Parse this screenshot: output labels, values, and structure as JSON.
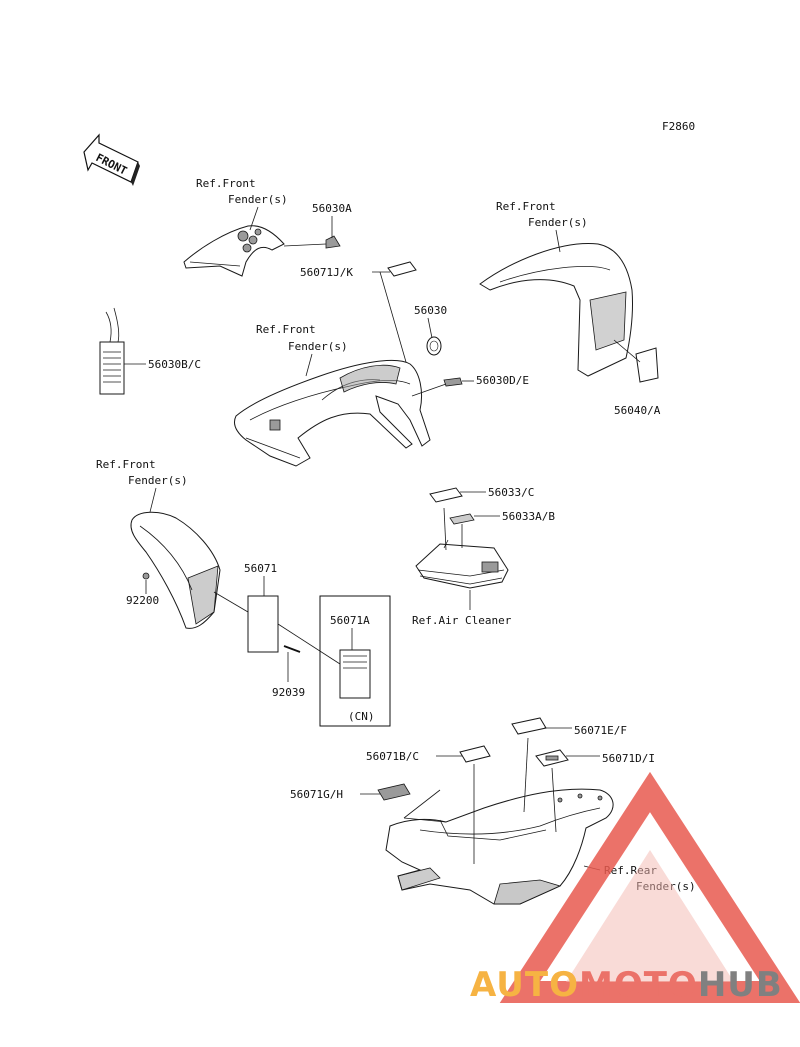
{
  "diagram": {
    "figure_code": "F2860",
    "front_arrow": "FRONT",
    "labels": {
      "ref_front_fender_1a": "Ref.Front",
      "ref_front_fender_1b": "Fender(s)",
      "p56030A": "56030A",
      "p56071JK": "56071J/K",
      "ref_front_fender_2a": "Ref.Front",
      "ref_front_fender_2b": "Fender(s)",
      "p56030BC": "56030B/C",
      "ref_front_fender_3a": "Ref.Front",
      "ref_front_fender_3b": "Fender(s)",
      "p56030": "56030",
      "p56030DE": "56030D/E",
      "p56040A": "56040/A",
      "ref_front_fender_4a": "Ref.Front",
      "ref_front_fender_4b": "Fender(s)",
      "p56033C": "56033/C",
      "p56033AB": "56033A/B",
      "p56071": "56071",
      "p92200": "92200",
      "p56071A": "56071A",
      "p92039": "92039",
      "cn": "(CN)",
      "ref_air_cleaner": "Ref.Air Cleaner",
      "p56071EF": "56071E/F",
      "p56071BC": "56071B/C",
      "p56071DI": "56071D/I",
      "p56071GH": "56071G/H",
      "ref_rear_fender_a": "Ref.Rear",
      "ref_rear_fender_b": "Fender(s)"
    }
  },
  "watermark": {
    "part1": "AUTO",
    "part2": "MOTO",
    "part3": "HUB",
    "color_orange": "#f5a623",
    "color_red": "#e85a4f",
    "color_gray": "#6b6b6b"
  }
}
